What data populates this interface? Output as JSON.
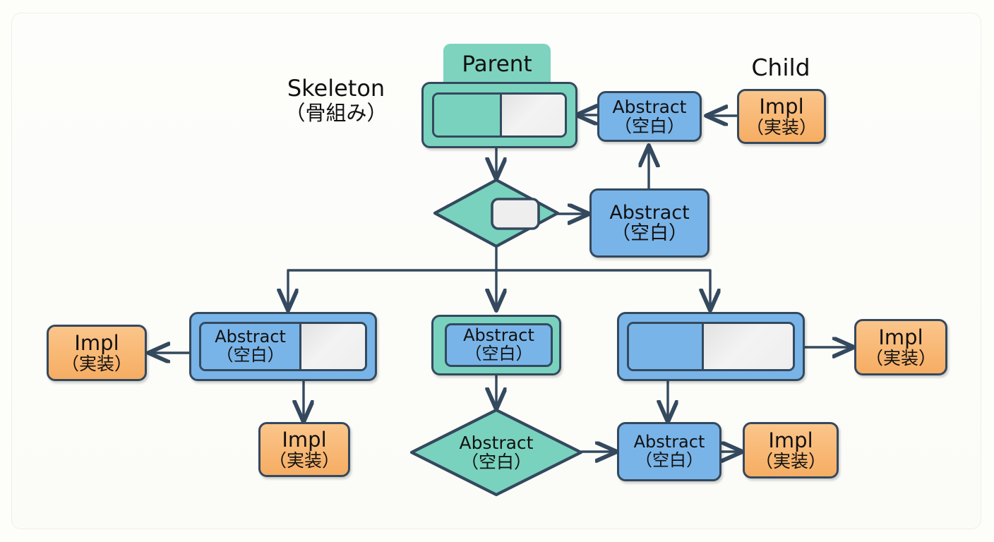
{
  "diagram": {
    "title": "Template Method skeleton / abstract / implementation diagram",
    "colors": {
      "background": "#fdfdfa",
      "outline": "#34495e",
      "teal": "#79d2bd",
      "blue": "#79b4e8",
      "orange": "#f6ad63",
      "gray": "#eeeeee",
      "text": "#111111"
    },
    "free_labels": [
      {
        "id": "skeleton",
        "line1": "Skeleton",
        "line2": "（骨組み）"
      },
      {
        "id": "child",
        "line1": "Child",
        "line2": ""
      }
    ],
    "tab": {
      "label": "Parent"
    },
    "nodes": [
      {
        "id": "parent-box",
        "type": "split-box",
        "fill": "teal",
        "line1": "",
        "line2": ""
      },
      {
        "id": "parent-diamond",
        "type": "diamond",
        "fill": "teal",
        "line1": "",
        "line2": ""
      },
      {
        "id": "abstract-top",
        "type": "plain-box",
        "fill": "blue",
        "line1": "Abstract",
        "line2": "（空白）"
      },
      {
        "id": "abstract-right",
        "type": "plain-box",
        "fill": "blue",
        "line1": "Abstract",
        "line2": "（空白）"
      },
      {
        "id": "impl-child",
        "type": "plain-box",
        "fill": "orange",
        "line1": "Impl",
        "line2": "（実装）"
      },
      {
        "id": "abstract-left-box",
        "type": "split-box",
        "fill": "blue",
        "line1": "Abstract",
        "line2": "（空白）"
      },
      {
        "id": "abstract-mid-box",
        "type": "nested-box",
        "fill": "teal",
        "line1": "Abstract",
        "line2": "（空白）"
      },
      {
        "id": "abstract-right-box",
        "type": "split-box",
        "fill": "blue",
        "line1": "",
        "line2": ""
      },
      {
        "id": "impl-far-left",
        "type": "plain-box",
        "fill": "orange",
        "line1": "Impl",
        "line2": "（実装）"
      },
      {
        "id": "impl-far-right",
        "type": "plain-box",
        "fill": "orange",
        "line1": "Impl",
        "line2": "（実装）"
      },
      {
        "id": "impl-lower-left",
        "type": "plain-box",
        "fill": "orange",
        "line1": "Impl",
        "line2": "（実装）"
      },
      {
        "id": "bottom-diamond",
        "type": "diamond",
        "fill": "teal",
        "line1": "Abstract",
        "line2": "（空白）"
      },
      {
        "id": "abstract-bottom",
        "type": "plain-box",
        "fill": "blue",
        "line1": "Abstract",
        "line2": "（空白）"
      },
      {
        "id": "impl-bottom-right",
        "type": "plain-box",
        "fill": "orange",
        "line1": "Impl",
        "line2": "（実装）"
      }
    ],
    "edges": [
      {
        "from": "impl-child",
        "to": "abstract-top",
        "direction": "left"
      },
      {
        "from": "abstract-top",
        "to": "parent-box",
        "direction": "left"
      },
      {
        "from": "abstract-right",
        "to": "abstract-top",
        "direction": "up"
      },
      {
        "from": "parent-box",
        "to": "parent-diamond",
        "direction": "down"
      },
      {
        "from": "parent-diamond",
        "to": "abstract-right",
        "direction": "right"
      },
      {
        "from": "parent-diamond",
        "to": "abstract-left-box",
        "direction": "branch-left"
      },
      {
        "from": "parent-diamond",
        "to": "abstract-mid-box",
        "direction": "branch-down"
      },
      {
        "from": "parent-diamond",
        "to": "abstract-right-box",
        "direction": "branch-right"
      },
      {
        "from": "abstract-left-box",
        "to": "impl-far-left",
        "direction": "left"
      },
      {
        "from": "abstract-left-box",
        "to": "impl-lower-left",
        "direction": "down"
      },
      {
        "from": "abstract-mid-box",
        "to": "bottom-diamond",
        "direction": "down"
      },
      {
        "from": "bottom-diamond",
        "to": "abstract-bottom",
        "direction": "right"
      },
      {
        "from": "abstract-right-box",
        "to": "impl-far-right",
        "direction": "right"
      },
      {
        "from": "abstract-right-box",
        "to": "abstract-bottom",
        "direction": "down"
      },
      {
        "from": "abstract-bottom",
        "to": "impl-bottom-right",
        "direction": "right"
      }
    ]
  }
}
